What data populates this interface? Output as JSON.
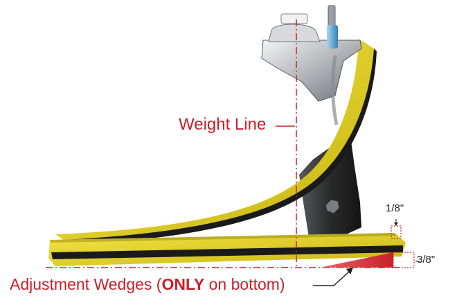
{
  "labels": {
    "weight_line": "Weight Line",
    "wedges_prefix": "Adjustment Wedges (",
    "wedges_bold": "ONLY",
    "wedges_suffix": " on bottom)",
    "dim_small": "1/8\"",
    "dim_large": "3/8\""
  },
  "colors": {
    "accent_red": "#c8202a",
    "foot_yellow": "#e8d825",
    "foot_dark": "#1a1a1a",
    "pylon_dark": "#2a2a2a",
    "metal": "#b9bcbf",
    "valve_blue": "#6aaed6"
  },
  "icons": {
    "foot": "prosthetic-foot-illustration",
    "valve": "blue-valve-icon",
    "bolt": "hex-bolt-icon",
    "wedge": "red-wedge-icon"
  }
}
